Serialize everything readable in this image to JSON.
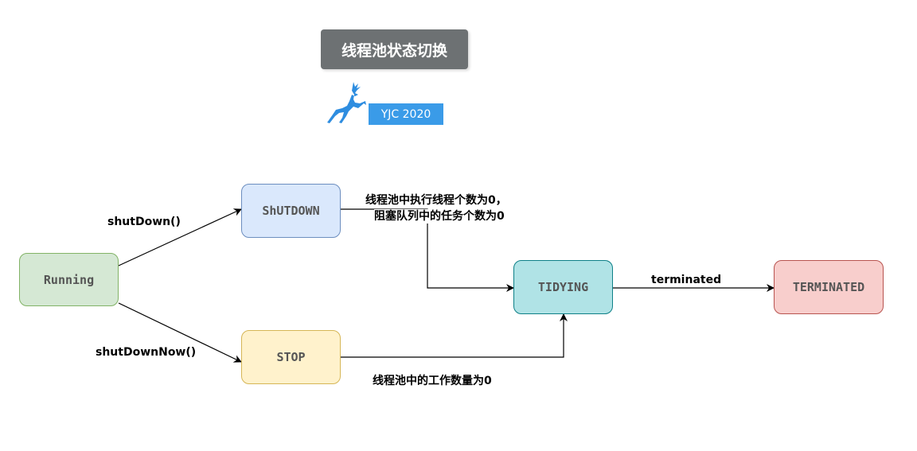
{
  "title": "线程池状态切换",
  "logo": {
    "icon": "deer-icon",
    "badge_text": "YJC 2020"
  },
  "colors": {
    "title_bg": "#6d7173",
    "badge_bg": "#3a9be8",
    "running": "#d5e8d4",
    "shutdown": "#dae8fc",
    "stop": "#fff2cc",
    "tidying": "#b0e3e6",
    "terminated": "#f8cecc"
  },
  "nodes": {
    "running": "Running",
    "shutdown": "ShUTDOWN",
    "stop": "STOP",
    "tidying": "TIDYING",
    "terminated": "TERMINATED"
  },
  "edges": {
    "running_to_shutdown": "shutDown()",
    "running_to_stop": "shutDownNow()",
    "shutdown_to_tidying_line1": "线程池中执行线程个数为0，",
    "shutdown_to_tidying_line2": "阻塞队列中的任务个数为0",
    "stop_to_tidying": "线程池中的工作数量为0",
    "tidying_to_terminated": "terminated"
  }
}
